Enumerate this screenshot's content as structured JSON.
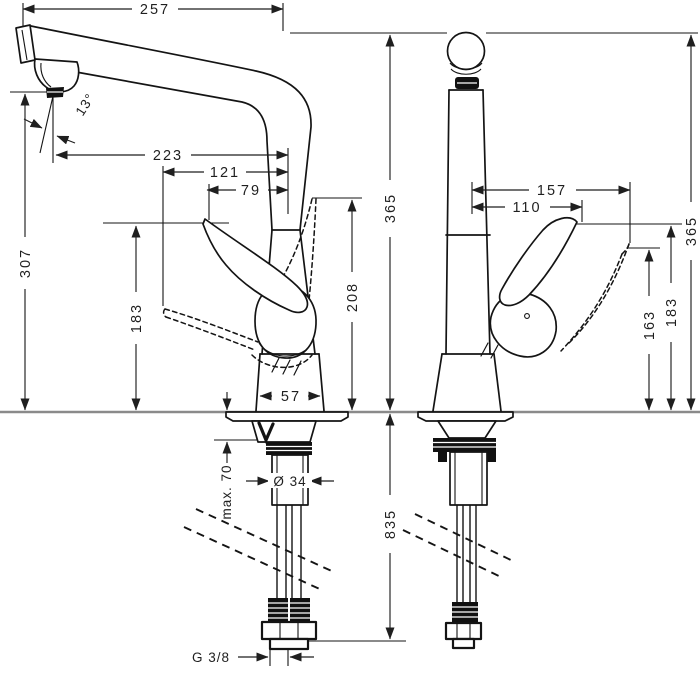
{
  "drawing": {
    "title": "faucet-two-view-dimension-drawing",
    "views": {
      "left": "side view",
      "right": "front view"
    }
  },
  "dims": {
    "left": {
      "reach257": "257",
      "angle13": "13°",
      "d223": "223",
      "d121": "121",
      "d79": "79",
      "h307": "307",
      "h183": "183",
      "h208": "208",
      "h365": "365",
      "w57": "57",
      "max70": "max. 70",
      "dia34": "Ø 34",
      "h835": "835",
      "thread": "G 3/8"
    },
    "right": {
      "d157": "157",
      "d110": "110",
      "h163": "163",
      "h183": "183",
      "h365": "365"
    }
  },
  "colors": {
    "line": "#141414",
    "dimension": "#1f1f1f",
    "counter_line": "#8a8a8a",
    "background": "#ffffff"
  }
}
